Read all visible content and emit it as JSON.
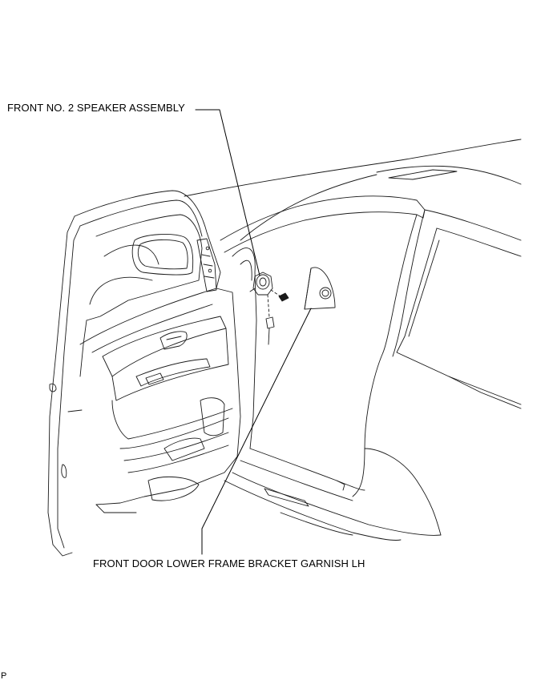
{
  "callouts": {
    "speaker": "FRONT NO. 2 SPEAKER ASSEMBLY",
    "garnish": "FRONT DOOR LOWER FRAME BRACKET GARNISH LH"
  },
  "figure_code": "P"
}
